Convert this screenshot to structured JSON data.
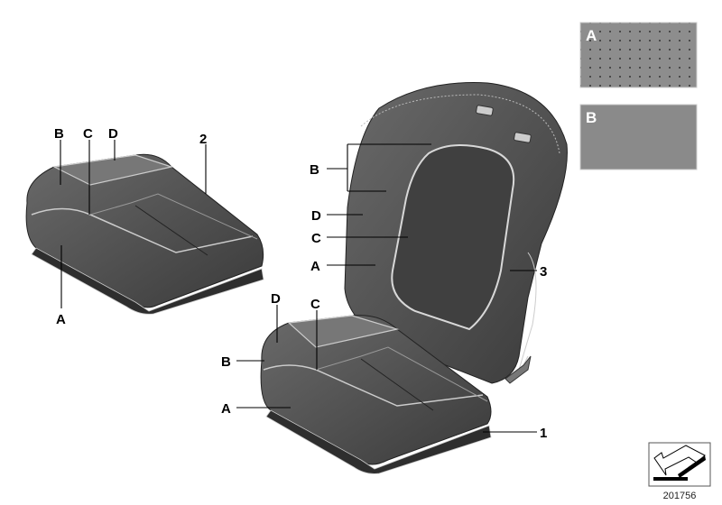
{
  "diagram_number": "201756",
  "swatches": [
    {
      "letter": "A",
      "texture": "perforated leather"
    },
    {
      "letter": "B",
      "texture": "smooth leather"
    }
  ],
  "callouts": {
    "part1": "1",
    "part2": "2",
    "part3": "3",
    "a": "A",
    "b": "B",
    "c": "C",
    "d": "D"
  },
  "colors": {
    "leather": "#4a4a4a",
    "piping": "#d8d8d8",
    "swatch": "#8a8a8a"
  }
}
